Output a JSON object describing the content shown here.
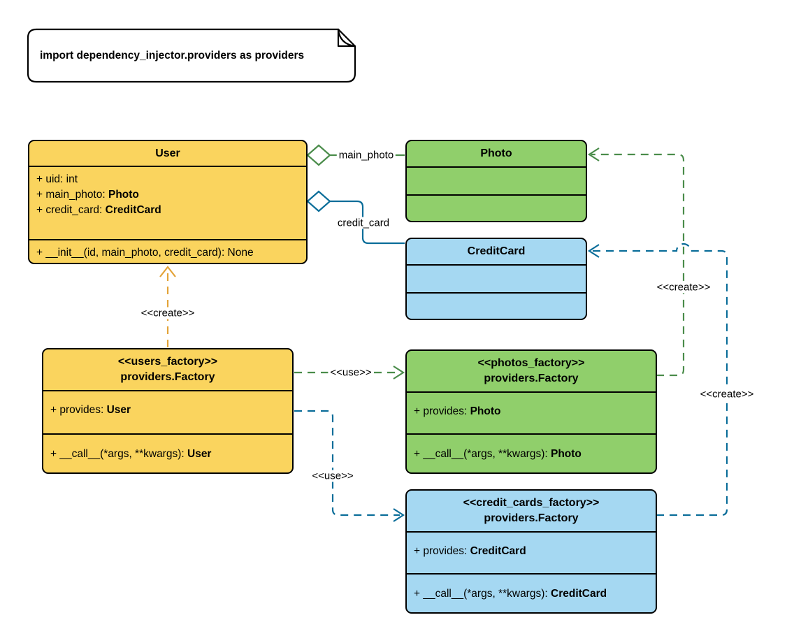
{
  "note": {
    "text": "import dependency_injector.providers as providers"
  },
  "colors": {
    "class_yellow_fill": "#FAD45E",
    "class_green_fill": "#90CF6B",
    "class_blue_fill": "#A5D8F2",
    "note_fill": "#FFFFCC",
    "arrow_orange": "#E3A338",
    "arrow_green": "#4A8C4A",
    "arrow_blue": "#0A6D99"
  },
  "classes": {
    "user": {
      "title": "User",
      "attributes": [
        {
          "label": "+ uid: int",
          "type": ""
        },
        {
          "label": "+ main_photo: ",
          "type": "Photo"
        },
        {
          "label": "+ credit_card: ",
          "type": "CreditCard"
        }
      ],
      "methods": [
        {
          "label": "+ __init__(id, main_photo, credit_card): None",
          "type": ""
        }
      ]
    },
    "photo": {
      "title": "Photo"
    },
    "credit_card": {
      "title": "CreditCard"
    },
    "users_factory": {
      "stereotype": "<<users_factory>>",
      "title": "providers.Factory",
      "attributes": [
        {
          "label": "+ provides: ",
          "type": "User"
        }
      ],
      "methods": [
        {
          "label": "+ __call__(*args, **kwargs): ",
          "type": "User"
        }
      ]
    },
    "photos_factory": {
      "stereotype": "<<photos_factory>>",
      "title": "providers.Factory",
      "attributes": [
        {
          "label": "+ provides: ",
          "type": "Photo"
        }
      ],
      "methods": [
        {
          "label": "+ __call__(*args, **kwargs): ",
          "type": "Photo"
        }
      ]
    },
    "credit_cards_factory": {
      "stereotype": "<<credit_cards_factory>>",
      "title": "providers.Factory",
      "attributes": [
        {
          "label": "+ provides: ",
          "type": "CreditCard"
        }
      ],
      "methods": [
        {
          "label": "+ __call__(*args, **kwargs): ",
          "type": "CreditCard"
        }
      ]
    }
  },
  "edges": {
    "main_photo_label": "main_photo",
    "credit_card_label": "credit_card",
    "create_user_label": "<<create>>",
    "create_photo_label": "<<create>>",
    "create_credit_card_label": "<<create>>",
    "use_photos_label": "<<use>>",
    "use_credit_cards_label": "<<use>>"
  }
}
